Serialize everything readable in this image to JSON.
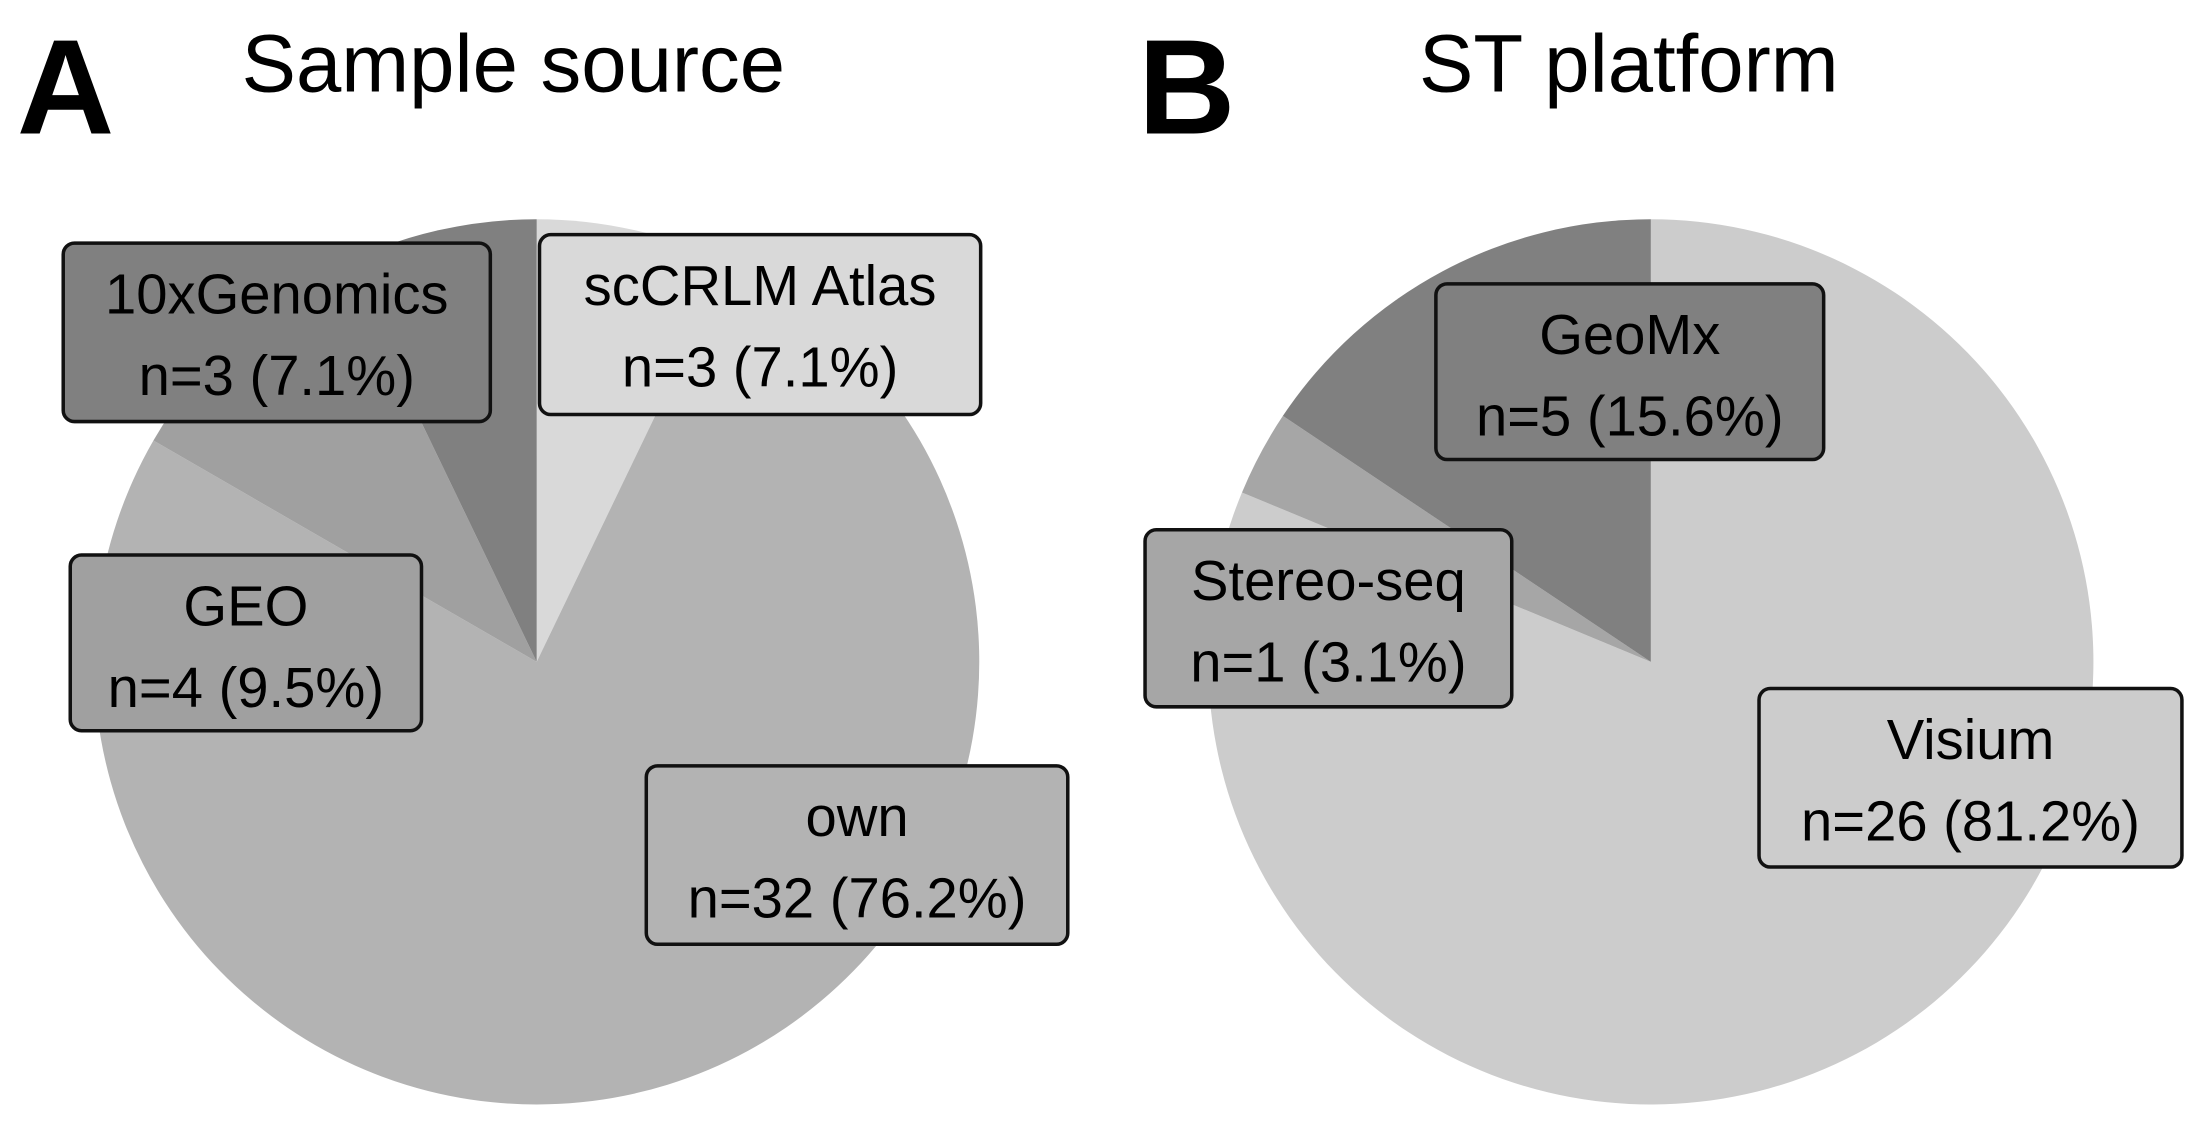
{
  "chart_data": [
    {
      "type": "pie",
      "panel": "A",
      "title": "Sample source",
      "slices": [
        {
          "name": "scCRLM Atlas",
          "n": 3,
          "percent": 7.1,
          "label": "n=3 (7.1%)",
          "color": "#d9d9d9"
        },
        {
          "name": "own",
          "n": 32,
          "percent": 76.2,
          "label": "n=32 (76.2%)",
          "color": "#b3b3b3"
        },
        {
          "name": "GEO",
          "n": 4,
          "percent": 9.5,
          "label": "n=4 (9.5%)",
          "color": "#a0a0a0"
        },
        {
          "name": "10xGenomics",
          "n": 3,
          "percent": 7.1,
          "label": "n=3 (7.1%)",
          "color": "#808080"
        }
      ]
    },
    {
      "type": "pie",
      "panel": "B",
      "title": "ST platform",
      "slices": [
        {
          "name": "Visium",
          "n": 26,
          "percent": 81.2,
          "label": "n=26 (81.2%)",
          "color": "#cccccc"
        },
        {
          "name": "Stereo-seq",
          "n": 1,
          "percent": 3.1,
          "label": "n=1 (3.1%)",
          "color": "#a6a6a6"
        },
        {
          "name": "GeoMx",
          "n": 5,
          "percent": 15.6,
          "label": "n=5 (15.6%)",
          "color": "#808080"
        }
      ]
    }
  ]
}
